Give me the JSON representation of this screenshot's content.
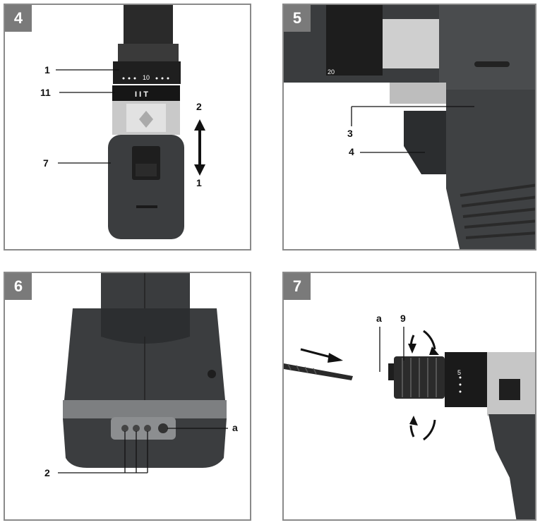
{
  "panels": [
    {
      "number": "4",
      "labels": {
        "l1": "1",
        "l11": "11",
        "l7": "7",
        "arrow_top": "2",
        "arrow_bottom": "1",
        "dial_mark": "10"
      }
    },
    {
      "number": "5",
      "labels": {
        "l3": "3",
        "l4": "4",
        "dial_mark": "20"
      }
    },
    {
      "number": "6",
      "labels": {
        "la": "a",
        "l2": "2"
      }
    },
    {
      "number": "7",
      "labels": {
        "la": "a",
        "l9": "9",
        "dial_mark": "5"
      }
    }
  ]
}
